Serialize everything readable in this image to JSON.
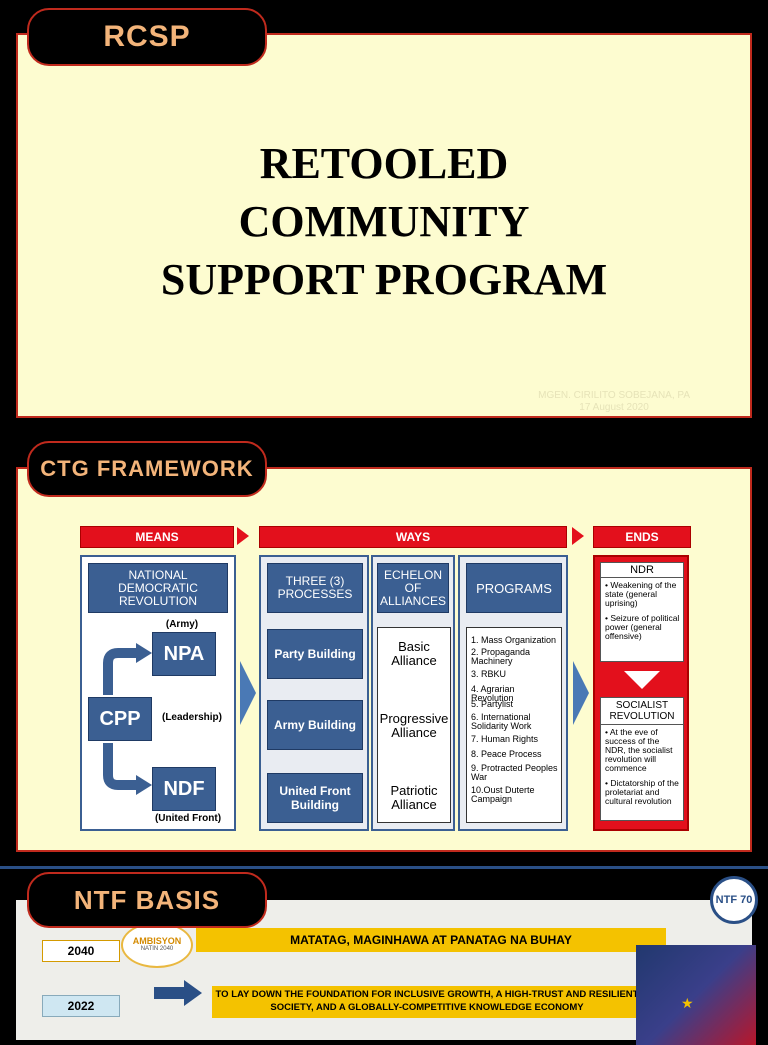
{
  "slide1": {
    "tab": "RCSP",
    "title_lines": [
      "RETOOLED",
      "COMMUNITY",
      "SUPPORT PROGRAM"
    ],
    "faint_line1": "MGEN. CIRILITO SOBEJANA, PA",
    "faint_line2": "17 August 2020"
  },
  "slide2": {
    "tab": "CTG FRAMEWORK",
    "headers": {
      "means": "MEANS",
      "ways": "WAYS",
      "ends": "ENDS"
    },
    "means": {
      "title": "NATIONAL DEMOCRATIC REVOLUTION",
      "npa": "NPA",
      "npa_label": "(Army)",
      "cpp": "CPP",
      "cpp_label": "(Leadership)",
      "ndf": "NDF",
      "ndf_label": "(United Front)"
    },
    "processes": {
      "title": "THREE (3) PROCESSES",
      "items": [
        "Party Building",
        "Army Building",
        "United Front Building"
      ]
    },
    "echelon": {
      "title": "ECHELON OF ALLIANCES",
      "items": [
        "Basic Alliance",
        "Progressive Alliance",
        "Patriotic Alliance"
      ]
    },
    "programs": {
      "title": "PROGRAMS",
      "items": [
        "1. Mass Organization",
        "2. Propaganda Machinery",
        "3. RBKU",
        "4. Agrarian Revolution",
        "5. Partylist",
        "6. International Solidarity Work",
        "7. Human Rights",
        "8. Peace Process",
        "9. Protracted Peoples War",
        "10.Oust Duterte Campaign"
      ]
    },
    "ends": {
      "ndr_title": "NDR",
      "ndr_bullets": [
        "Weakening of the state (general uprising)",
        "Seizure of political power (general offensive)"
      ],
      "sr_title": "SOCIALIST REVOLUTION",
      "sr_bullets": [
        "At the eve of success of the NDR, the socialist revolution will commence",
        "Dictatorship of the proletariat and cultural revolution"
      ]
    }
  },
  "slide3": {
    "tab": "NTF BASIS",
    "rows": [
      {
        "year": "2040",
        "text": "MATATAG, MAGINHAWA AT PANATAG NA BUHAY"
      },
      {
        "year": "2022",
        "text": "TO LAY DOWN THE FOUNDATION FOR INCLUSIVE GROWTH, A HIGH-TRUST AND RESILIENT SOCIETY, AND A GLOBALLY-COMPETITIVE KNOWLEDGE ECONOMY"
      }
    ],
    "logo_text": "AMBISYON",
    "logo_sub": "NATIN 2040",
    "seal_text": "NTF 70",
    "colors": {
      "accent_red": "#e3101c",
      "navy": "#3b5f92",
      "gold": "#f4c200"
    }
  }
}
